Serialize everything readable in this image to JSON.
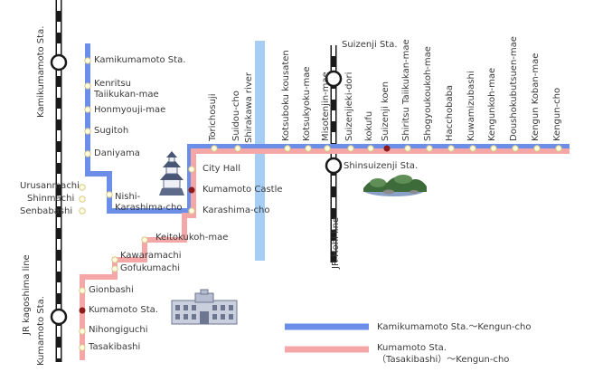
{
  "colors": {
    "blue_line": "#6b8fe8",
    "pink_line": "#f5a6a6",
    "river": "#a6cdf3",
    "stop_fill": "#fffde0",
    "stop_edge": "#d9c98a",
    "terminal": "#8b1a1a",
    "rail": "#1a1a1a"
  },
  "blue_stations": {
    "kamikumamoto": "Kamikumamoto Sta.",
    "kenritsu": "Kenritsu\nTaiikukan-mae",
    "honmyouji": "Honmyouji-mae",
    "sugitoh": "Sugitoh",
    "daniyama": "Daniyama",
    "nishi_karashima": "Nishi-\nKarashima-cho"
  },
  "pink_stations": {
    "urusanmachi": "Urusanmachi",
    "shinmachi": "Shinmachi",
    "senbabashi": "Senbabashi",
    "keitokukoh": "Keitokukoh-mae",
    "kawaramachi": "Kawaramachi",
    "gofukumachi": "Gofukumachi",
    "gionbashi": "Gionbashi",
    "kumamoto": "Kumamoto Sta.",
    "nihongiguchi": "Nihongiguchi",
    "tasakibashi": "Tasakibashi"
  },
  "shared_stations": {
    "city_hall": "City Hall",
    "kumamoto_castle": "Kumamoto Castle",
    "karashima": "Karashima-cho"
  },
  "east_stations": [
    "Torichosuji",
    "Suidou-cho",
    "Kotsuboku kousaten",
    "Kotsukyoku-mae",
    "Misotenjin-mae",
    "Suizenjieki-dori",
    "kokufu",
    "Suizenji koen",
    "Shiritsu Taiikukan-mae",
    "Shogyoukoukoh-mae",
    "Hacchobaba",
    "Kuwamizubashi",
    "Kengunkoh-mae",
    "Doushokubutsuen-mae",
    "Kengun Koban-mae",
    "Kengun-cho"
  ],
  "rail_labels": {
    "kamikumamoto_vertical": "Kamikumamoto Sta.",
    "kagoshima_line": "JR kagoshima line",
    "kumamoto_vertical": "Kumamoto Sta.",
    "suizenji_sta": "Suizenji Sta.",
    "shinsuizenji": "Shinsuizenji Sta.",
    "hohi_line": "JR Hohi line"
  },
  "river_label": "Shirakawa river",
  "legend": {
    "blue": "Kamikumamoto Sta.～Kengun-cho",
    "pink": "Kumamoto Sta.\n（Tasakibashi）～Kengun-cho"
  }
}
